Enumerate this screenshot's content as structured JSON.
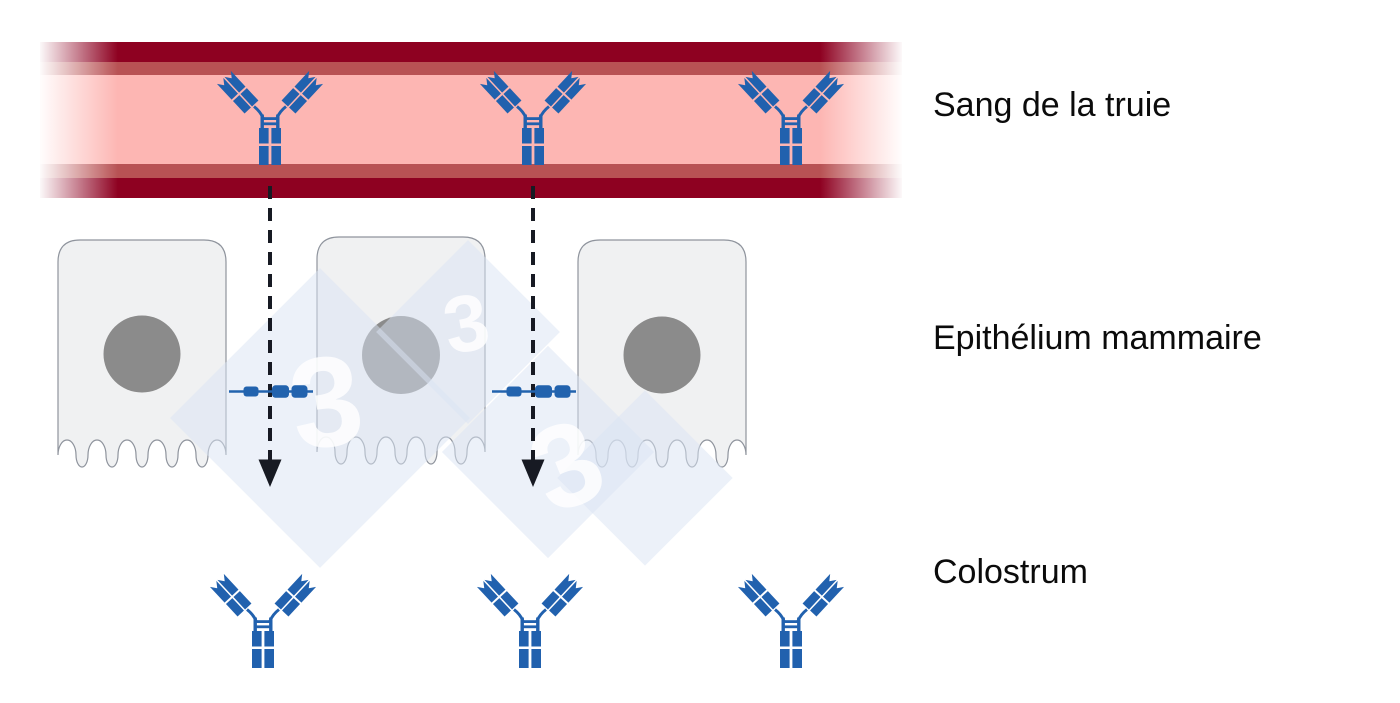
{
  "figure": {
    "type": "biology-diagram",
    "subject": "Transfer of antibodies (IgG) from sow blood through mammary epithelium into colostrum",
    "labels": {
      "blood": "Sang de la truie",
      "epithelium": "Epithélium mammaire",
      "colostrum": "Colostrum"
    },
    "watermark": {
      "glyph": "3"
    },
    "counts": {
      "antibodies_in_blood": 3,
      "antibodies_in_colostrum": 3,
      "epithelial_cells": 3,
      "transport_arrows": 2,
      "receptors": 2
    },
    "colors": {
      "vessel_wall_dark": "#8e0121",
      "vessel_wall_medium": "#b85254",
      "vessel_lumen_pink": "#fdb6b3",
      "antibody_blue": "#2161ae",
      "receptor_blue": "#2263ae",
      "cell_fill": "#f0f1f2",
      "cell_border": "#8f949d",
      "nucleus_gray": "#8b8b8b",
      "arrow_black": "#171a23",
      "watermark_blue": "#d9e4f3",
      "watermark_glyph_white": "#ffffff",
      "background": "#ffffff"
    }
  }
}
